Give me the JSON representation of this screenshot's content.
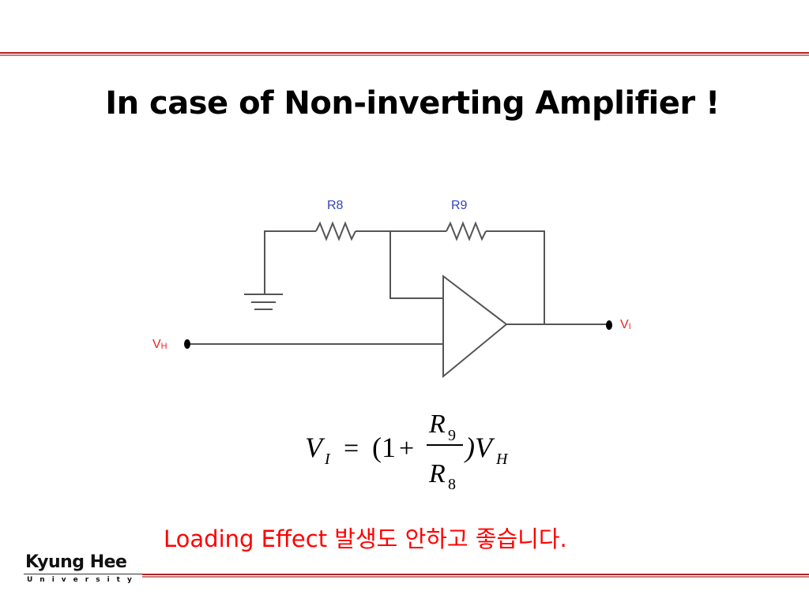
{
  "slide": {
    "title": "In case of Non-inverting Amplifier !",
    "note": "Loading Effect  발생도 안하고 좋습니다."
  },
  "circuit": {
    "resistor_labels": [
      "R8",
      "R9"
    ],
    "input_label": "V",
    "input_sub": "H",
    "output_label": "V",
    "output_sub": "I"
  },
  "equation": {
    "lhs": "V",
    "lhs_sub": "I",
    "eq": "=",
    "open": "(1",
    "plus": "+",
    "num": "R",
    "num_sub": "9",
    "den": "R",
    "den_sub": "8",
    "close": ")V",
    "close_sub": "H"
  },
  "logo": {
    "name": "Kyung Hee",
    "sub": "University"
  },
  "colors": {
    "rule": "#b22222",
    "note": "#ff0000",
    "labels": "#3344bb"
  }
}
